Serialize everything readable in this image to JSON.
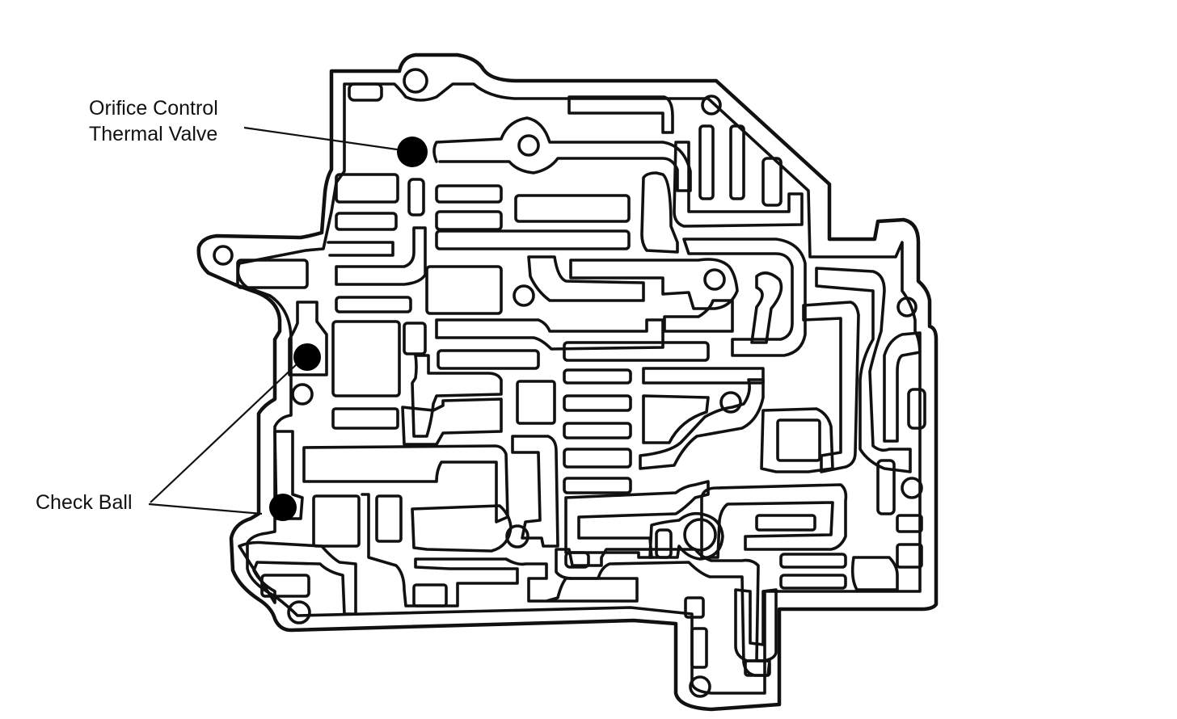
{
  "callouts": {
    "orifice_line1": "Orifice Control",
    "orifice_line2": "Thermal Valve",
    "check_ball": "Check Ball"
  },
  "colors": {
    "ink": "#111111",
    "background": "#ffffff"
  }
}
